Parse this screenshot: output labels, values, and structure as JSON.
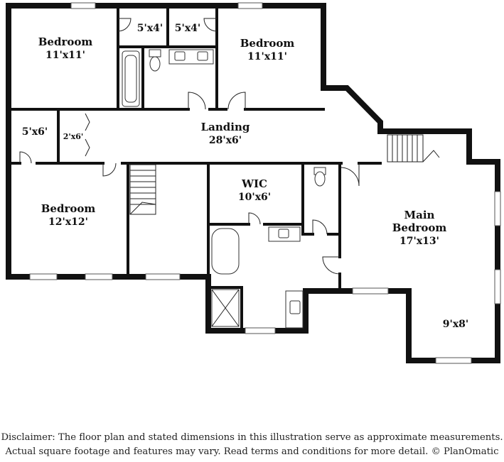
{
  "rooms": {
    "bedroom_nw": {
      "name": "Bedroom",
      "dims": "11'x11'"
    },
    "closet_1": {
      "dims": "5'x4'"
    },
    "closet_2": {
      "dims": "5'x4'"
    },
    "bedroom_ne": {
      "name": "Bedroom",
      "dims": "11'x11'"
    },
    "landing": {
      "name": "Landing",
      "dims": "28'x6'"
    },
    "closet_w": {
      "dims": "5'x6'"
    },
    "linen": {
      "dims": "2'x6'"
    },
    "bedroom_sw": {
      "name": "Bedroom",
      "dims": "12'x12'"
    },
    "wic": {
      "name": "WIC",
      "dims": "10'x6'"
    },
    "main_bedroom": {
      "name_line1": "Main",
      "name_line2": "Bedroom",
      "dims": "17'x13'"
    },
    "sitting": {
      "dims": "9'x8'"
    }
  },
  "disclaimer": {
    "line1": "Disclaimer: The floor plan and stated dimensions in this illustration serve as approximate measurements.",
    "line2": "Actual square footage and features may vary. Read terms and conditions for more detail. © PlanOmatic"
  }
}
